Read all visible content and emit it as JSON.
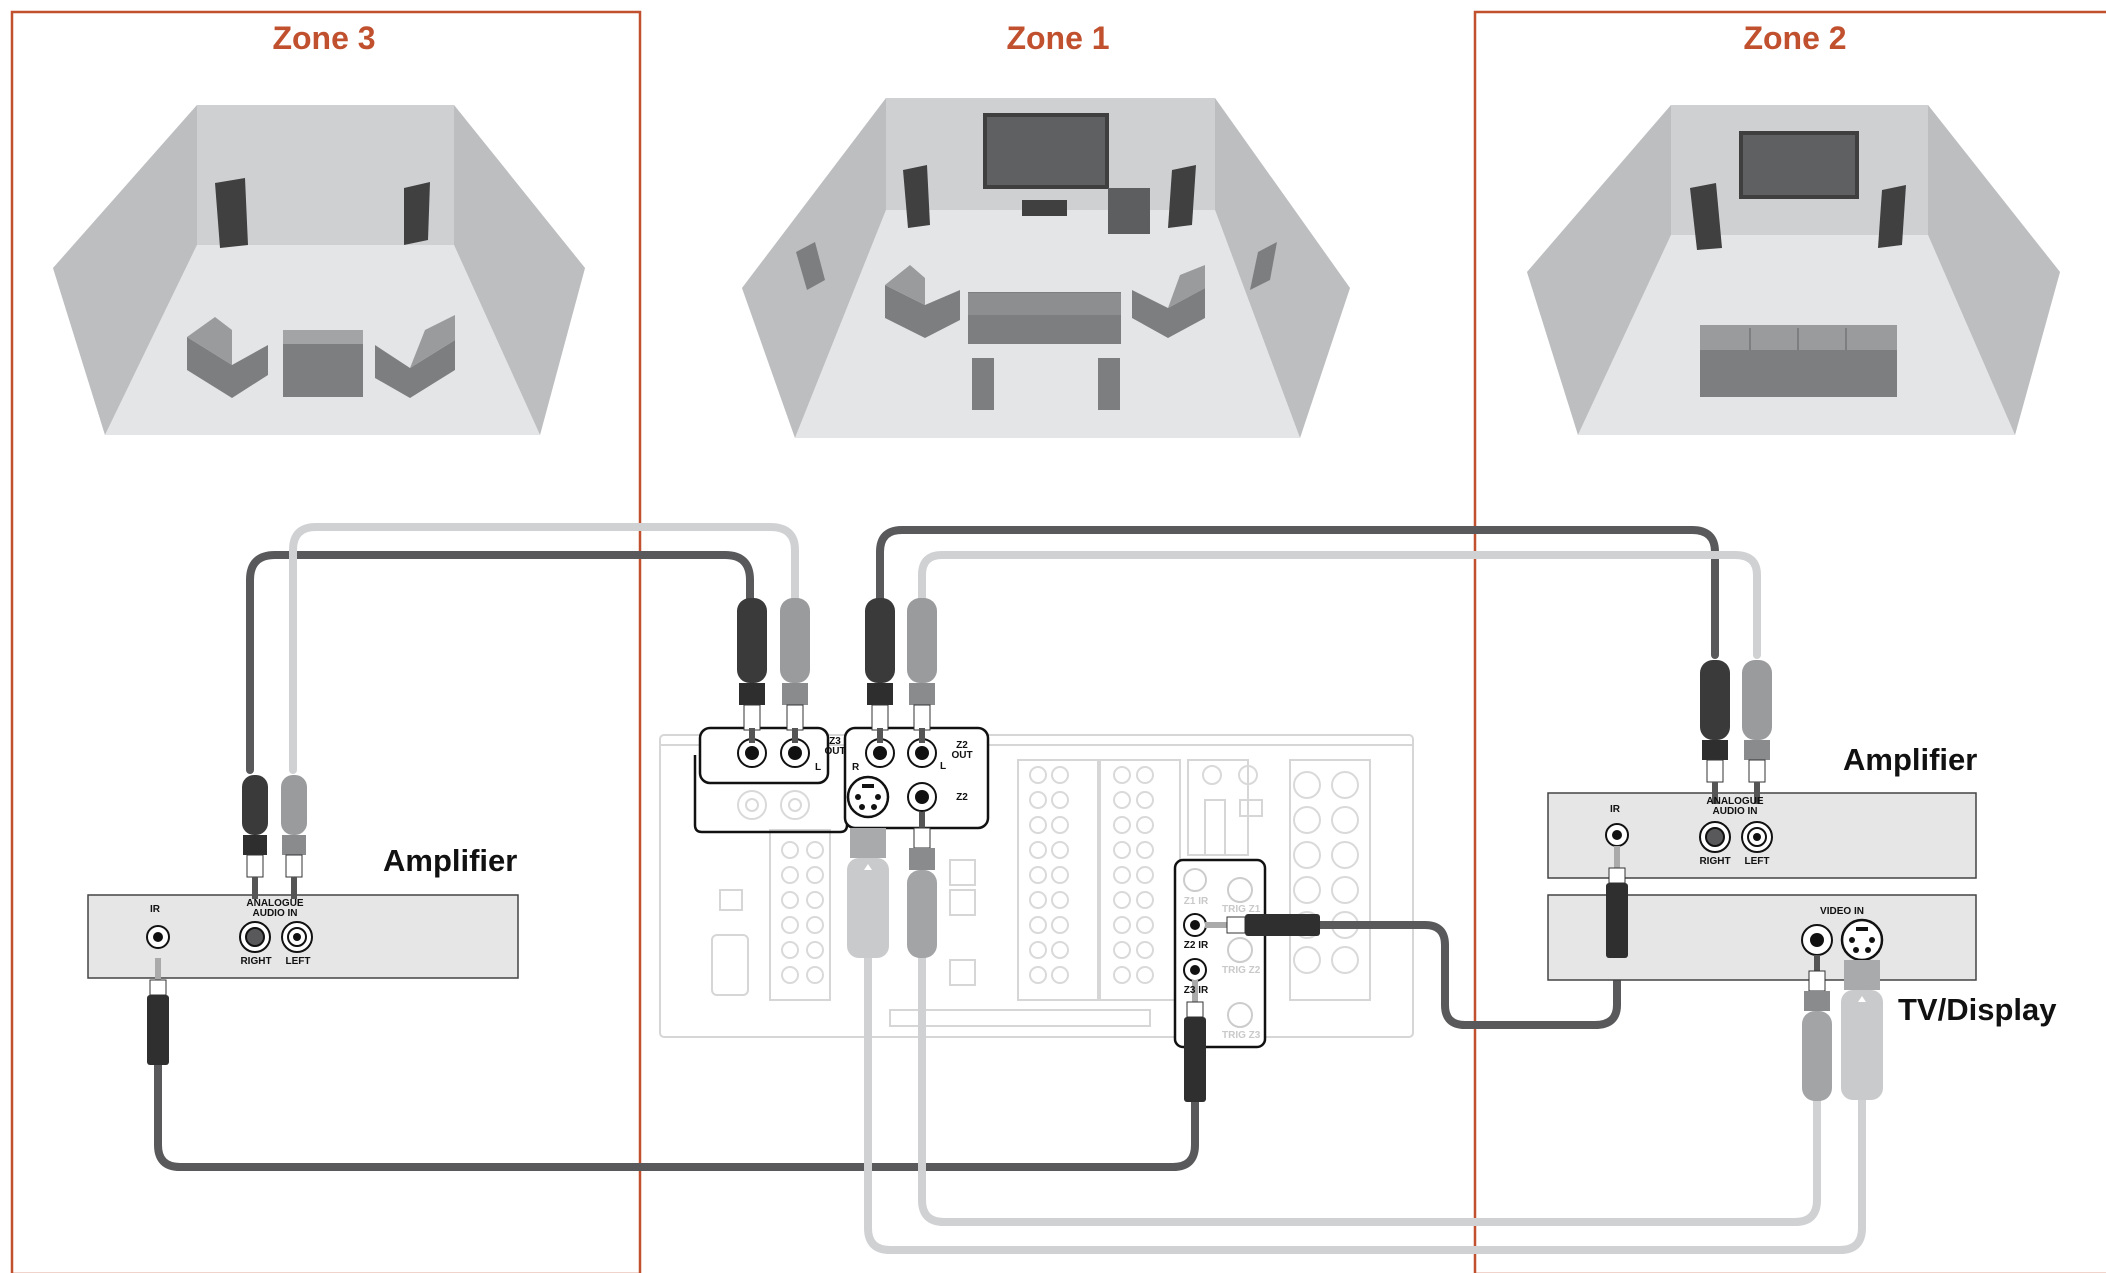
{
  "zones": {
    "zone3": {
      "title": "Zone 3"
    },
    "zone1": {
      "title": "Zone 1"
    },
    "zone2": {
      "title": "Zone 2"
    }
  },
  "zone3_amplifier": {
    "title": "Amplifier",
    "ir_label": "IR",
    "input_label_line1": "ANALOGUE",
    "input_label_line2": "AUDIO IN",
    "right_label": "RIGHT",
    "left_label": "LEFT"
  },
  "zone2_amplifier": {
    "title": "Amplifier",
    "ir_label": "IR",
    "input_label_line1": "ANALOGUE",
    "input_label_line2": "AUDIO IN",
    "right_label": "RIGHT",
    "left_label": "LEFT"
  },
  "tv_display": {
    "title": "TV/Display",
    "video_in_label": "VIDEO IN"
  },
  "receiver": {
    "z3_out_line1": "Z3",
    "z3_out_line2": "OUT",
    "z3_l": "L",
    "z2_out_line1": "Z2",
    "z2_out_line2": "OUT",
    "z2_r": "R",
    "z2_l": "L",
    "z2_video": "Z2",
    "z1_ir": "Z1 IR",
    "z2_ir": "Z2 IR",
    "z3_ir": "Z3 IR",
    "trig_z1": "TRIG Z1",
    "trig_z2": "TRIG Z2",
    "trig_z3": "TRIG Z3"
  },
  "colors": {
    "zone_border": "#c0502e",
    "room_wall": "#c7c8ca",
    "room_floor": "#e3e4e5",
    "furniture": "#7d7e80",
    "cable_dark": "#59595b",
    "cable_light": "#d0d1d3",
    "receiver_faint": "#d6d6d6"
  }
}
